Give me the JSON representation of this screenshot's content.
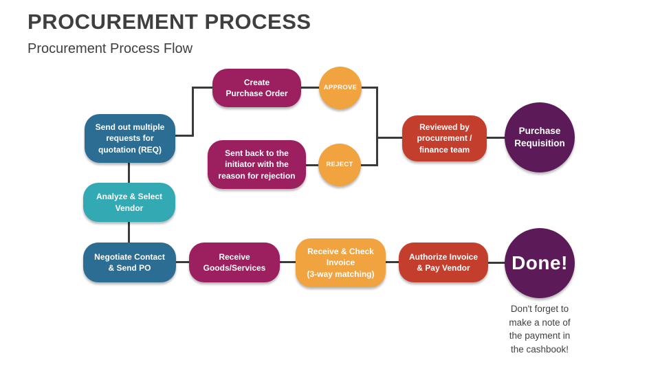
{
  "header": {
    "title": "PROCUREMENT PROCESS",
    "subtitle": "Procurement Process Flow"
  },
  "palette": {
    "blue": "#2C6D93",
    "teal": "#33A9B3",
    "magenta": "#9C1F60",
    "orange": "#F0A33F",
    "red": "#C33E2D",
    "purple": "#5C1A59",
    "connector": "#3A3A3A",
    "text_dark": "#3F3F3F"
  },
  "flow": {
    "nodes": [
      {
        "id": "send-requests",
        "shape": "rect",
        "color": "blue",
        "label": "Send out multiple\nrequests for\nquotation (REQ)"
      },
      {
        "id": "create-po",
        "shape": "rect",
        "color": "magenta",
        "label": "Create\nPurchase Order"
      },
      {
        "id": "approve",
        "shape": "circle",
        "color": "orange",
        "label": "APPROVE"
      },
      {
        "id": "sent-back",
        "shape": "rect",
        "color": "magenta",
        "label": "Sent back to the\ninitiator with the\nreason for rejection"
      },
      {
        "id": "reject",
        "shape": "circle",
        "color": "orange",
        "label": "REJECT"
      },
      {
        "id": "reviewed",
        "shape": "rect",
        "color": "red",
        "label": "Reviewed by\nprocurement /\nfinance team"
      },
      {
        "id": "purchase-requisition",
        "shape": "circle",
        "color": "purple",
        "label": "Purchase\nRequisition"
      },
      {
        "id": "analyze-select",
        "shape": "rect",
        "color": "teal",
        "label": "Analyze & Select\nVendor"
      },
      {
        "id": "negotiate",
        "shape": "rect",
        "color": "blue",
        "label": "Negotiate Contact\n& Send PO"
      },
      {
        "id": "receive-goods",
        "shape": "rect",
        "color": "magenta",
        "label": "Receive\nGoods/Services"
      },
      {
        "id": "receive-check",
        "shape": "rect",
        "color": "orange",
        "label": "Receive & Check\nInvoice\n(3-way matching)"
      },
      {
        "id": "authorize",
        "shape": "rect",
        "color": "red",
        "label": "Authorize Invoice\n& Pay Vendor"
      },
      {
        "id": "done",
        "shape": "circle",
        "color": "purple",
        "label": "Done!"
      }
    ],
    "note": "Don't forget to\nmake a note of\nthe payment in\nthe cashbook!"
  }
}
